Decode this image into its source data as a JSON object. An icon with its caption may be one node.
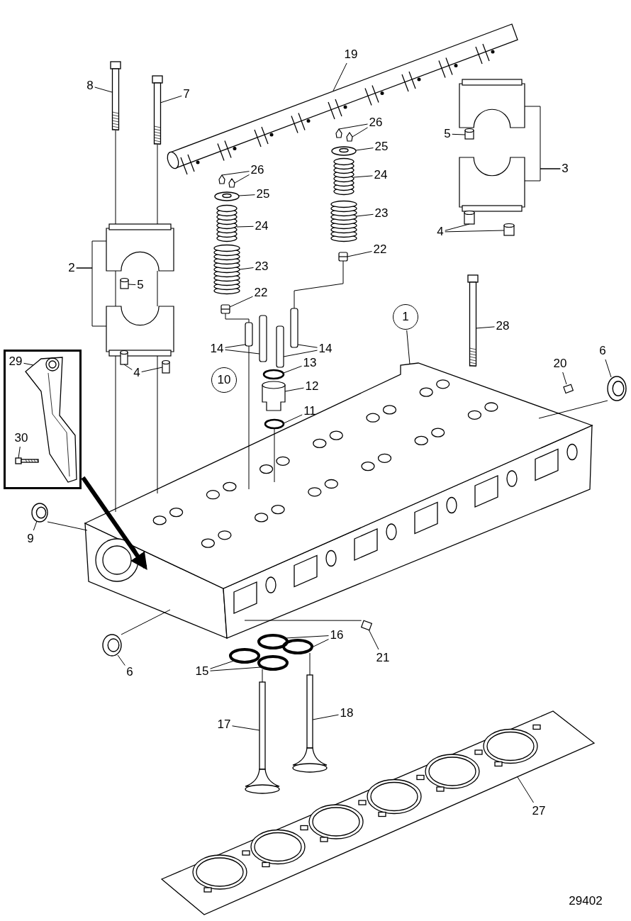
{
  "diagram": {
    "nodes": [
      {
        "text": [
          "19"
        ]
      },
      {
        "text": [
          "8"
        ]
      },
      {
        "text": [
          "7"
        ]
      },
      {
        "text": [
          "26"
        ]
      },
      {
        "text": [
          "5"
        ]
      },
      {
        "text": [
          "25"
        ]
      },
      {
        "text": [
          "3"
        ]
      },
      {
        "text": [
          "26"
        ]
      },
      {
        "text": [
          "24"
        ]
      },
      {
        "text": [
          "25"
        ]
      },
      {
        "text": [
          "23"
        ]
      },
      {
        "text": [
          "24"
        ]
      },
      {
        "text": [
          "4"
        ]
      },
      {
        "text": [
          "22"
        ]
      },
      {
        "text": [
          "23"
        ]
      },
      {
        "text": [
          "2"
        ]
      },
      {
        "text": [
          "5"
        ]
      },
      {
        "text": [
          "22"
        ]
      },
      {
        "text": [
          "1"
        ]
      },
      {
        "text": [
          "28"
        ]
      },
      {
        "text": [
          "14"
        ]
      },
      {
        "text": [
          "14"
        ]
      },
      {
        "text": [
          "6"
        ]
      },
      {
        "text": [],
        "shape": "box"
      },
      {
        "text": [
          "29"
        ],
        "in": 23
      },
      {
        "text": [
          "13"
        ]
      },
      {
        "text": [
          "20"
        ]
      },
      {
        "text": [
          "4"
        ]
      },
      {
        "text": [
          "10"
        ]
      },
      {
        "text": [
          "12"
        ]
      },
      {
        "text": [
          "11"
        ]
      },
      {
        "text": [
          "30"
        ],
        "in": 23
      },
      {
        "text": [
          "9"
        ]
      },
      {
        "text": [
          "16"
        ]
      },
      {
        "text": [
          "21"
        ]
      },
      {
        "text": [
          "15"
        ]
      },
      {
        "text": [
          "6"
        ]
      },
      {
        "text": [
          "18"
        ]
      },
      {
        "text": [
          "17"
        ]
      },
      {
        "text": [
          "27"
        ]
      },
      {
        "text": [],
        "shape": "picture"
      },
      {
        "text": [],
        "shape": "picture"
      },
      {
        "text": [],
        "shape": "picture"
      },
      {
        "text": [],
        "shape": "box"
      },
      {
        "text": [],
        "shape": "box"
      },
      {
        "text": [],
        "shape": "box"
      },
      {
        "text": [],
        "shape": "circle"
      },
      {
        "text": [],
        "shape": "box"
      },
      {
        "text": [],
        "shape": "box"
      },
      {
        "text": [],
        "shape": "box"
      },
      {
        "text": [],
        "shape": "box"
      },
      {
        "text": [],
        "shape": "picture"
      },
      {
        "text": [],
        "shape": "circle"
      },
      {
        "text": [],
        "shape": "picture"
      },
      {
        "text": [],
        "shape": "picture"
      },
      {
        "text": [],
        "shape": "box"
      },
      {
        "text": [],
        "shape": "box"
      },
      {
        "text": [],
        "shape": "box"
      },
      {
        "text": [],
        "shape": "picture"
      },
      {
        "text": [],
        "shape": "box"
      },
      {
        "text": [],
        "shape": "box"
      },
      {
        "text": [],
        "shape": "box"
      },
      {
        "text": [],
        "shape": "box"
      },
      {
        "text": [],
        "shape": "picture"
      },
      {
        "text": [],
        "shape": "picture"
      },
      {
        "text": [],
        "shape": "box"
      },
      {
        "text": [],
        "shape": "box"
      },
      {
        "text": [],
        "shape": "box"
      },
      {
        "text": [],
        "shape": "box"
      },
      {
        "text": [],
        "shape": "circle"
      },
      {
        "text": [],
        "shape": "picture",
        "in": 23
      },
      {
        "text": [],
        "shape": "circle"
      },
      {
        "text": [],
        "shape": "box"
      },
      {
        "text": [],
        "shape": "box"
      },
      {
        "text": [],
        "shape": "box"
      },
      {
        "text": [],
        "shape": "box"
      },
      {
        "text": [],
        "shape": "circle"
      },
      {
        "text": [],
        "shape": "picture",
        "in": 23
      },
      {
        "text": [],
        "shape": "circle"
      },
      {
        "text": [],
        "shape": "circle"
      },
      {
        "text": [],
        "shape": "circle"
      },
      {
        "text": [],
        "shape": "box"
      },
      {
        "text": [],
        "shape": "circle"
      },
      {
        "text": [],
        "shape": "circle"
      },
      {
        "text": [],
        "shape": "circle"
      },
      {
        "text": [],
        "shape": "picture"
      },
      {
        "text": [],
        "shape": "picture"
      },
      {
        "text": [],
        "shape": "picture"
      }
    ],
    "edges": [
      {
        "from": 0,
        "to": 40,
        "arrow": "none"
      },
      {
        "from": 1,
        "to": 41,
        "arrow": "none"
      },
      {
        "from": 2,
        "to": 42,
        "arrow": "none"
      },
      {
        "from": 3,
        "to": 43,
        "arrow": "none"
      },
      {
        "from": 3,
        "to": 44,
        "arrow": "none"
      },
      {
        "from": 4,
        "to": 45,
        "arrow": "none"
      },
      {
        "from": 5,
        "to": 46,
        "arrow": "none"
      },
      {
        "from": 6,
        "to": 47,
        "arrow": "none"
      },
      {
        "from": 6,
        "to": 48,
        "arrow": "none"
      },
      {
        "from": 7,
        "to": 49,
        "arrow": "none"
      },
      {
        "from": 7,
        "to": 50,
        "arrow": "none"
      },
      {
        "from": 8,
        "to": 51,
        "arrow": "none"
      },
      {
        "from": 9,
        "to": 52,
        "arrow": "none"
      },
      {
        "from": 10,
        "to": 53,
        "arrow": "none"
      },
      {
        "from": 11,
        "to": 54,
        "arrow": "none"
      },
      {
        "from": 12,
        "to": 55,
        "arrow": "none"
      },
      {
        "from": 12,
        "to": 56,
        "arrow": "none"
      },
      {
        "from": 13,
        "to": 57,
        "arrow": "none"
      },
      {
        "from": 14,
        "to": 58,
        "arrow": "none"
      },
      {
        "from": 15,
        "to": 59,
        "arrow": "none"
      },
      {
        "from": 15,
        "to": 60,
        "arrow": "none"
      },
      {
        "from": 16,
        "to": 61,
        "arrow": "none"
      },
      {
        "from": 17,
        "to": 62,
        "arrow": "none"
      },
      {
        "from": 18,
        "to": 63,
        "arrow": "none"
      },
      {
        "from": 19,
        "to": 64,
        "arrow": "none"
      },
      {
        "from": 20,
        "to": 65,
        "arrow": "none"
      },
      {
        "from": 20,
        "to": 66,
        "arrow": "none"
      },
      {
        "from": 21,
        "to": 68,
        "arrow": "none"
      },
      {
        "from": 21,
        "to": 67,
        "arrow": "none"
      },
      {
        "from": 22,
        "to": 69,
        "arrow": "none"
      },
      {
        "from": 23,
        "to": 63,
        "arrow": "to",
        "style": "thick"
      },
      {
        "from": 24,
        "to": 70,
        "arrow": "none"
      },
      {
        "from": 25,
        "to": 71,
        "arrow": "none"
      },
      {
        "from": 26,
        "to": 72,
        "arrow": "none"
      },
      {
        "from": 27,
        "to": 73,
        "arrow": "none"
      },
      {
        "from": 27,
        "to": 74,
        "arrow": "none"
      },
      {
        "from": 29,
        "to": 75,
        "arrow": "none"
      },
      {
        "from": 30,
        "to": 76,
        "arrow": "none"
      },
      {
        "from": 31,
        "to": 77,
        "arrow": "none"
      },
      {
        "from": 32,
        "to": 78,
        "arrow": "none"
      },
      {
        "from": 33,
        "to": 79,
        "arrow": "none"
      },
      {
        "from": 33,
        "to": 80,
        "arrow": "none"
      },
      {
        "from": 34,
        "to": 81,
        "arrow": "none"
      },
      {
        "from": 35,
        "to": 82,
        "arrow": "none"
      },
      {
        "from": 35,
        "to": 83,
        "arrow": "none"
      },
      {
        "from": 36,
        "to": 84,
        "arrow": "none"
      },
      {
        "from": 37,
        "to": 85,
        "arrow": "none"
      },
      {
        "from": 38,
        "to": 86,
        "arrow": "none"
      },
      {
        "from": 39,
        "to": 87,
        "arrow": "none"
      },
      {
        "from": 41,
        "to": 59,
        "arrow": "none"
      },
      {
        "from": 42,
        "to": 59,
        "arrow": "none"
      },
      {
        "from": 65,
        "to": 63,
        "arrow": "none"
      },
      {
        "from": 76,
        "to": 63,
        "arrow": "none"
      },
      {
        "from": 57,
        "to": 68,
        "arrow": "none"
      },
      {
        "from": 62,
        "to": 65,
        "arrow": "none"
      },
      {
        "from": 69,
        "to": 63,
        "arrow": "none"
      },
      {
        "from": 78,
        "to": 63,
        "arrow": "none"
      },
      {
        "from": 84,
        "to": 63,
        "arrow": "none"
      },
      {
        "from": 81,
        "to": 63,
        "arrow": "none"
      },
      {
        "from": 83,
        "to": 86,
        "arrow": "none"
      },
      {
        "from": 80,
        "to": 85,
        "arrow": "none"
      },
      {
        "from": 59,
        "to": 60,
        "arrow": "none"
      },
      {
        "from": 59,
        "to": 60,
        "arrow": "none"
      },
      {
        "from": 60,
        "to": 63,
        "arrow": "none"
      },
      {
        "from": 60,
        "to": 63,
        "arrow": "none"
      }
    ],
    "labels": [
      "29402"
    ]
  }
}
